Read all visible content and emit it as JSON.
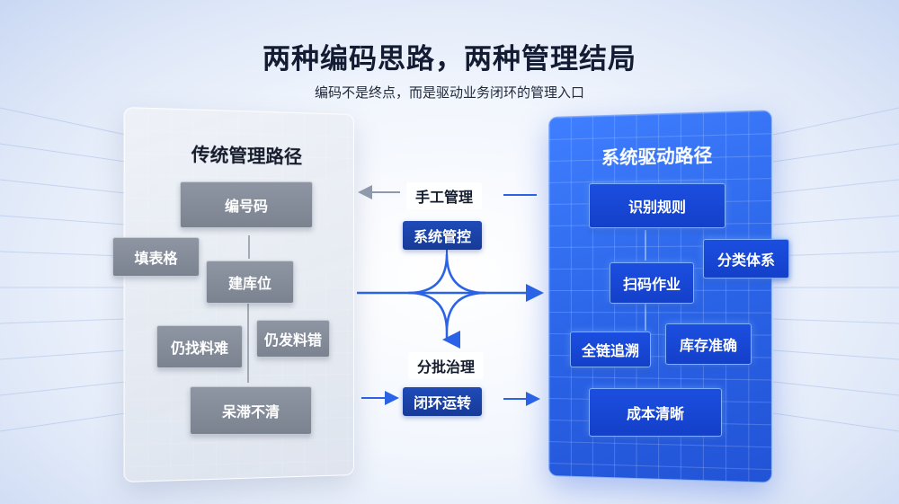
{
  "header": {
    "title": "两种编码思路，两种管理结局",
    "subtitle": "编码不是终点，而是驱动业务闭环的管理入口"
  },
  "left_panel": {
    "title": "传统管理路径",
    "items": [
      "编号码",
      "填表格",
      "建库位",
      "仍找料难",
      "仍发料错",
      "呆滞不清"
    ]
  },
  "center": {
    "top_plain": "手工管理",
    "top_highlight": "系统管控",
    "bottom_plain": "分批治理",
    "bottom_highlight": "闭环运转"
  },
  "right_panel": {
    "title": "系统驱动路径",
    "items": [
      "识别规则",
      "分类体系",
      "扫码作业",
      "全链追溯",
      "库存准确",
      "成本清晰"
    ]
  },
  "colors": {
    "accent_blue": "#2a63e6",
    "dark_blue": "#163a98",
    "gray_box": "#858c99",
    "title_text": "#131c33"
  }
}
